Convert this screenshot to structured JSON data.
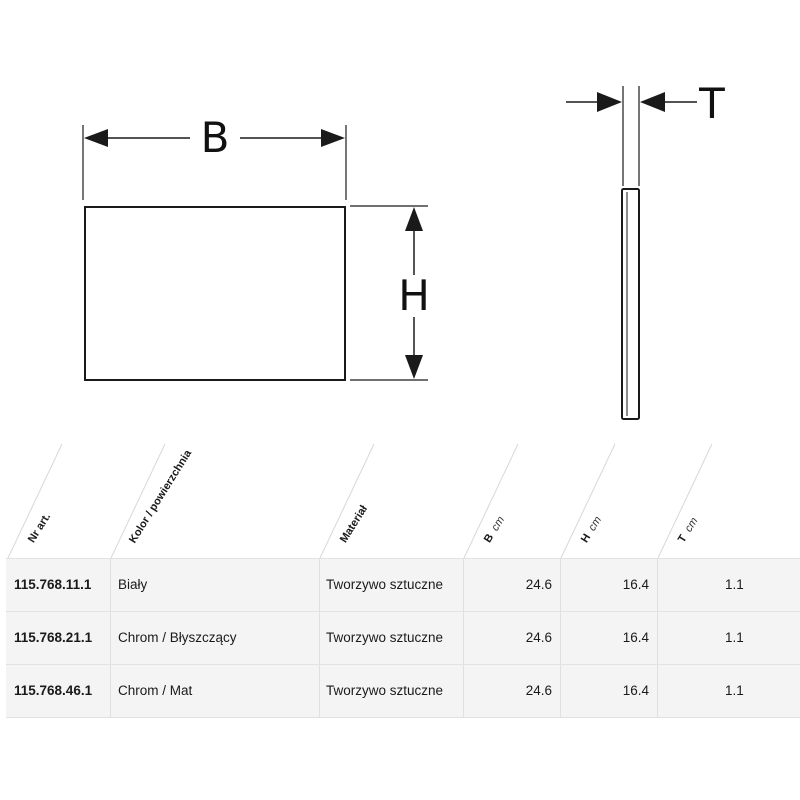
{
  "drawing": {
    "label_width": "B",
    "label_height": "H",
    "label_thickness": "T"
  },
  "table": {
    "headers": {
      "article": "Nr art.",
      "color": "Kolor / powierzchnia",
      "material": "Materiał",
      "b": "B",
      "h": "H",
      "t": "T",
      "unit": "cm"
    },
    "rows": [
      {
        "article": "115.768.11.1",
        "color": "Biały",
        "material": "Tworzywo sztuczne",
        "b": "24.6",
        "h": "16.4",
        "t": "1.1"
      },
      {
        "article": "115.768.21.1",
        "color": "Chrom / Błyszczący",
        "material": "Tworzywo sztuczne",
        "b": "24.6",
        "h": "16.4",
        "t": "1.1"
      },
      {
        "article": "115.768.46.1",
        "color": "Chrom / Mat",
        "material": "Tworzywo sztuczne",
        "b": "24.6",
        "h": "16.4",
        "t": "1.1"
      }
    ]
  }
}
